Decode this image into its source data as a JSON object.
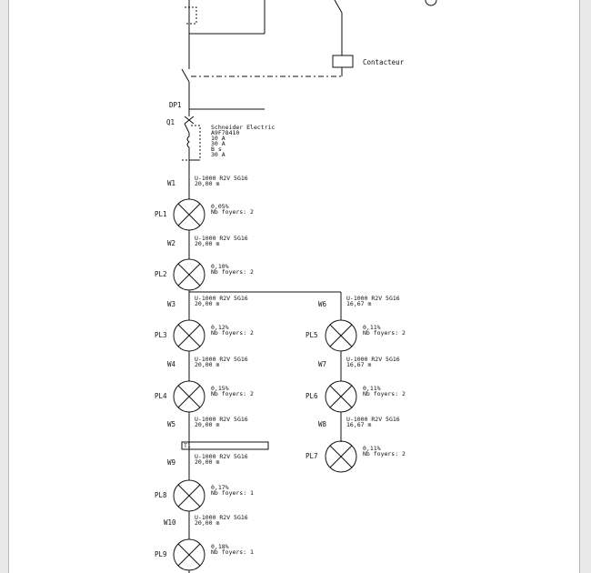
{
  "contactor_label": "Contacteur",
  "dp_label": "DP1",
  "breaker": {
    "label": "Q1",
    "specs": [
      "Schneider Electric",
      "A9F78410",
      "10 A",
      "30 A",
      "B s",
      "30 A"
    ]
  },
  "cables": [
    {
      "label": "W1",
      "spec": "U-1000 R2V 5G16",
      "length": "20,00 m"
    },
    {
      "label": "W2",
      "spec": "U-1000 R2V 5G16",
      "length": "20,00 m"
    },
    {
      "label": "W3",
      "spec": "U-1000 R2V 5G16",
      "length": "20,00 m"
    },
    {
      "label": "W4",
      "spec": "U-1000 R2V 5G16",
      "length": "20,00 m"
    },
    {
      "label": "W5",
      "spec": "U-1000 R2V 5G16",
      "length": "20,00 m"
    },
    {
      "label": "W6",
      "spec": "U-1000 R2V 5G16",
      "length": "16,67 m"
    },
    {
      "label": "W7",
      "spec": "U-1000 R2V 5G16",
      "length": "16,67 m"
    },
    {
      "label": "W8",
      "spec": "U-1000 R2V 5G16",
      "length": "16,67 m"
    },
    {
      "label": "W9",
      "spec": "U-1000 R2V 5G16",
      "length": "20,00 m"
    },
    {
      "label": "W10",
      "spec": "U-1000 R2V 5G16",
      "length": "20,00 m"
    }
  ],
  "lamps": [
    {
      "label": "PL1",
      "pct": "0,05%",
      "foyers": "Nb foyers: 2"
    },
    {
      "label": "PL2",
      "pct": "0,10%",
      "foyers": "Nb foyers: 2"
    },
    {
      "label": "PL3",
      "pct": "0,12%",
      "foyers": "Nb foyers: 2"
    },
    {
      "label": "PL4",
      "pct": "0,15%",
      "foyers": "Nb foyers: 2"
    },
    {
      "label": "PL5",
      "pct": "0,11%",
      "foyers": "Nb foyers: 2"
    },
    {
      "label": "PL6",
      "pct": "0,11%",
      "foyers": "Nb foyers: 2"
    },
    {
      "label": "PL7",
      "pct": "0,11%",
      "foyers": "Nb foyers: 2"
    },
    {
      "label": "PL8",
      "pct": "0,17%",
      "foyers": "Nb foyers: 1"
    },
    {
      "label": "PL9",
      "pct": "0,18%",
      "foyers": "Nb foyers: 1"
    }
  ],
  "junction_label": "T1"
}
